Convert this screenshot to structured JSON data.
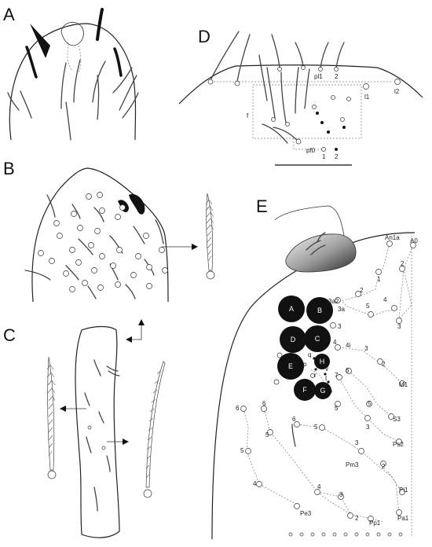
{
  "panels": {
    "A": {
      "letter": "A"
    },
    "B": {
      "letter": "B"
    },
    "C": {
      "letter": "C"
    },
    "D": {
      "letter": "D",
      "labels": {
        "pl1": "pl1",
        "pl2": "2",
        "l1": "l1",
        "l2": "l2",
        "f": "f",
        "pf0": "pf0",
        "pf1": "1",
        "pf2": "2"
      }
    },
    "E": {
      "letter": "E",
      "eyes": [
        "A",
        "B",
        "C",
        "D",
        "E",
        "F",
        "G",
        "H"
      ],
      "labels": {
        "an1a": "An1a",
        "a0": "A0",
        "a2": "2",
        "a3": "3",
        "an1": "1",
        "an2": "2",
        "a3a": "3a",
        "a3a2": "3a2",
        "p5": "5",
        "p4": "4",
        "p3a": "3",
        "p3": "3",
        "q4": "4",
        "q4i": "4i",
        "q3": "3",
        "q2": "2",
        "m1": "M1",
        "q": "q",
        "p": "p",
        "v": "v",
        "r": "r",
        "t": "t",
        "s7": "7",
        "s6": "6",
        "s5": "5",
        "s3": "3",
        "s3cap": "S3",
        "ps6": "6",
        "ps5": "5",
        "ps3": "3",
        "ps2": "Ps2",
        "pm6": "6",
        "pm5": "5",
        "pm3": "Pm3",
        "pm2": "2",
        "pi1": "Pi1",
        "pe6": "6",
        "pe5": "5",
        "pe4": "4",
        "pe3": "Pe3",
        "pp4": "4",
        "pp3": "3",
        "pp2": "2",
        "pp1": "Pp1",
        "pa1": "Pa1"
      }
    }
  }
}
